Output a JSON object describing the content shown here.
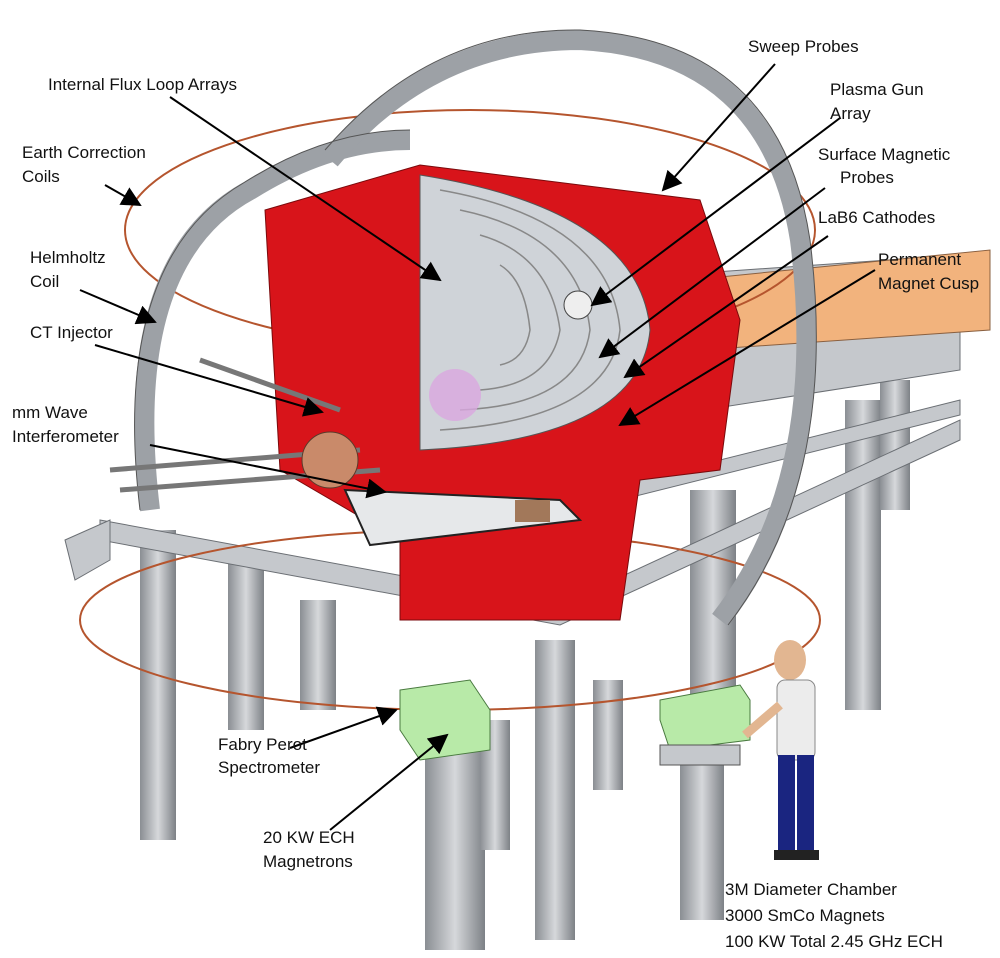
{
  "labels": {
    "internal_flux": "Internal Flux Loop Arrays",
    "earth_1": "Earth Correction",
    "earth_2": "Coils",
    "helmholtz_1": "Helmholtz",
    "helmholtz_2": "Coil",
    "ct_injector": "CT Injector",
    "mm_wave_1": "mm Wave",
    "mm_wave_2": "Interferometer",
    "sweep_probes": "Sweep Probes",
    "plasma_gun_1": "Plasma Gun",
    "plasma_gun_2": "Array",
    "surface_mag_1": "Surface Magnetic",
    "surface_mag_2": "Probes",
    "lab6": "LaB6 Cathodes",
    "perm_mag_1": "Permanent",
    "perm_mag_2": "Magnet Cusp",
    "fabry_1": "Fabry Perot",
    "fabry_2": "Spectrometer",
    "magnetron_1": "20 KW ECH",
    "magnetron_2": "Magnetrons"
  },
  "specs": [
    "3M Diameter Chamber",
    "3000 SmCo Magnets",
    "100 KW Total 2.45 GHz ECH"
  ],
  "colors": {
    "chamber": "#d8141a",
    "coil": "#b5552e",
    "steel": "#a9adb2",
    "box": "#b8eaa8",
    "panel": "#f2b37d"
  }
}
